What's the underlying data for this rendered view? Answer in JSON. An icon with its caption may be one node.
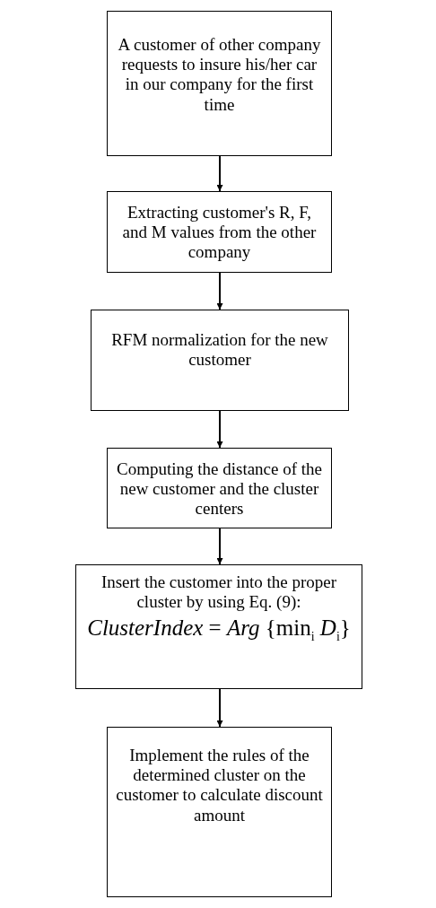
{
  "diagram": {
    "nodes": [
      {
        "text": [
          "A customer of other company requests to insure his/her car in our company for the first time"
        ]
      },
      {
        "text": [
          "Extracting customer's R, F, and M values from the other company"
        ]
      },
      {
        "text": [
          "RFM normalization for the new customer"
        ]
      },
      {
        "text": [
          "Computing the distance of the new customer and the cluster centers"
        ]
      },
      {
        "text": [
          "Insert the customer into the proper cluster by using Eq. (9):",
          "*ClusterIndex* = *Arg* {min$_{i}$ *D*$_{i}$}"
        ]
      },
      {
        "text": [
          "Implement the rules of the determined cluster on the customer to calculate discount amount"
        ]
      }
    ],
    "edges": [
      {
        "from": 0,
        "to": 1,
        "arrow": "to"
      },
      {
        "from": 1,
        "to": 2,
        "arrow": "to"
      },
      {
        "from": 2,
        "to": 3,
        "arrow": "to"
      },
      {
        "from": 3,
        "to": 4,
        "arrow": "to"
      },
      {
        "from": 4,
        "to": 5,
        "arrow": "to"
      }
    ]
  }
}
